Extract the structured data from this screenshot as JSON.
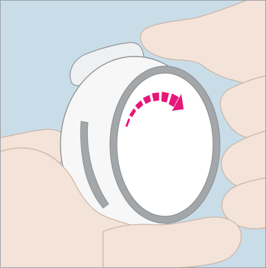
{
  "illustration": {
    "subject": "hands-rotating-device-dial",
    "rotation_direction": "clockwise",
    "arrow_segment_count": 7
  },
  "colors": {
    "background": "#c9dde8",
    "frame_border": "#9aa0a4",
    "skin": "#f3e3d8",
    "skin_outline": "#c9b2a4",
    "device_body": "#f7f7f7",
    "device_rim": "#a3a7aa",
    "device_face": "#ffffff",
    "device_outline": "#8e9295",
    "arrow": "#e6177a"
  }
}
